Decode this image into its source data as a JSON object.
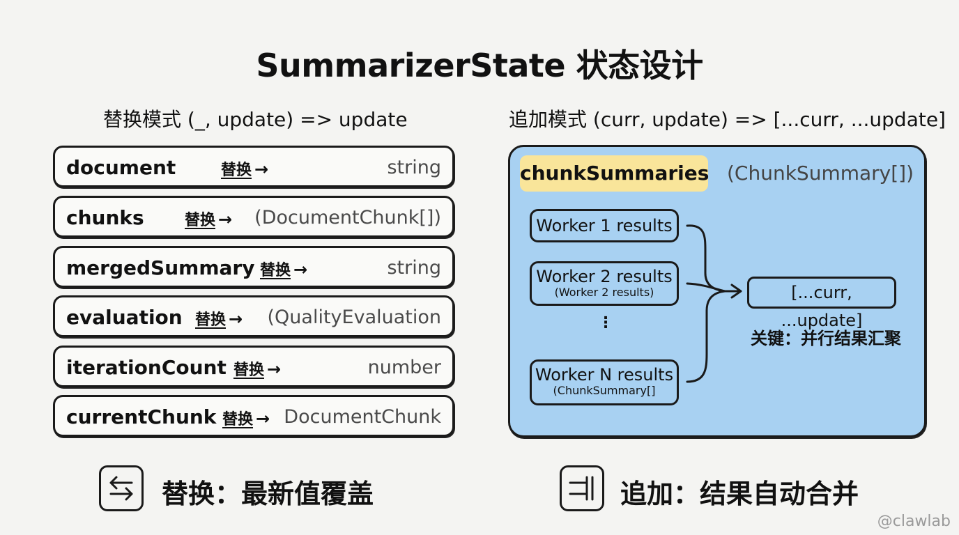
{
  "title": "SummarizerState 状态设计",
  "replace_section": {
    "heading": "替换模式 (_, update) => update",
    "fields": [
      {
        "name": "document",
        "mode": "替换",
        "arrow": "→",
        "type": "string"
      },
      {
        "name": "chunks",
        "mode": "替换",
        "arrow": "→",
        "type": "(DocumentChunk[])"
      },
      {
        "name": "mergedSummary",
        "mode": "替换",
        "arrow": "→",
        "type": "string"
      },
      {
        "name": "evaluation",
        "mode": "替换",
        "arrow": "→",
        "type": "(QualityEvaluation"
      },
      {
        "name": "iterationCount",
        "mode": "替换",
        "arrow": "→",
        "type": "number"
      },
      {
        "name": "currentChunk",
        "mode": "替换",
        "arrow": "→",
        "type": "DocumentChunk"
      }
    ],
    "footer": "替换：最新值覆盖",
    "footer_icon": "swap-arrows-icon"
  },
  "append_section": {
    "heading": "追加模式 (curr, update) => [...curr, ...update]",
    "field_name": "chunkSummaries",
    "field_type": "(ChunkSummary[])",
    "workers": [
      {
        "title": "Worker 1 results",
        "subtitle": ""
      },
      {
        "title": "Worker 2 results",
        "subtitle": "(Worker 2 results)"
      },
      {
        "title": "Worker N results",
        "subtitle": "(ChunkSummary[]"
      }
    ],
    "ellipsis": "⋮",
    "result": "[...curr, ...update]",
    "note": "关键：并行结果汇聚",
    "footer": "追加：结果自动合并",
    "footer_icon": "merge-bars-icon"
  },
  "colors": {
    "background": "#f4f4f2",
    "panel_fill": "#a8d1f2",
    "highlight": "#f9e59a",
    "border": "#1a1a1a"
  },
  "watermark": "@clawlab"
}
